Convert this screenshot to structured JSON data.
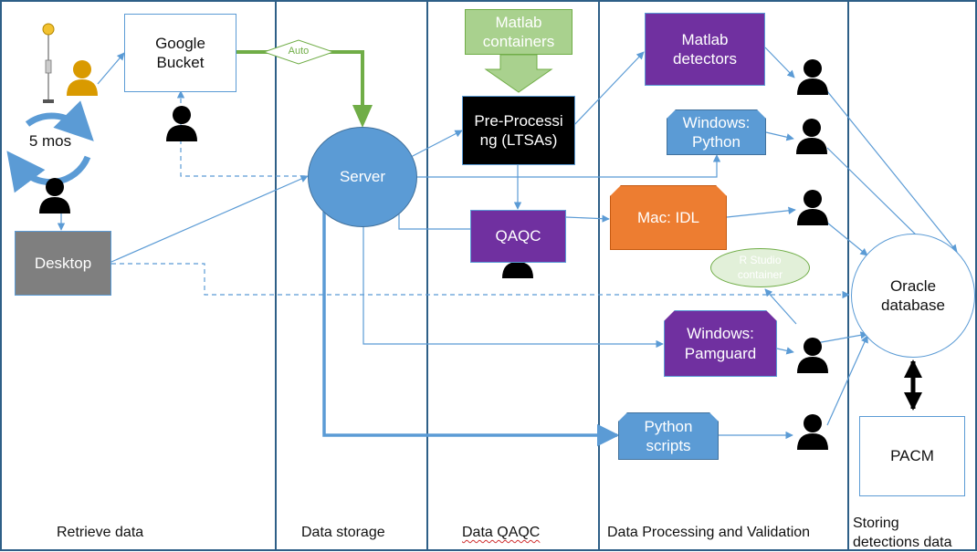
{
  "lanes": [
    {
      "label": "Retrieve data"
    },
    {
      "label": "Data storage"
    },
    {
      "label": "Data QAQC"
    },
    {
      "label": "Data Processing and Validation"
    },
    {
      "label_line1": "Storing",
      "label_line2": "detections data"
    }
  ],
  "nodes": {
    "google_bucket": {
      "line1": "Google",
      "line2": "Bucket"
    },
    "cycle": {
      "label": "5 mos"
    },
    "desktop": {
      "label": "Desktop"
    },
    "server": {
      "label": "Server"
    },
    "matlab_containers": {
      "line1": "Matlab",
      "line2": "containers"
    },
    "preprocessing": {
      "line1": "Pre-Processi",
      "line2": "ng (LTSAs)"
    },
    "qaqc": {
      "label": "QAQC"
    },
    "matlab_detectors": {
      "line1": "Matlab",
      "line2": "detectors"
    },
    "windows_python": {
      "line1": "Windows:",
      "line2": "Python"
    },
    "mac_idl": {
      "label": "Mac: IDL"
    },
    "rstudio": {
      "line1": "R Studio",
      "line2": "container"
    },
    "windows_pamguard": {
      "line1": "Windows:",
      "line2": "Pamguard"
    },
    "python_scripts": {
      "line1": "Python",
      "line2": "scripts"
    },
    "oracle": {
      "line1": "Oracle",
      "line2": "database"
    },
    "pacm": {
      "label": "PACM"
    }
  },
  "edge_labels": {
    "auto": "Auto"
  },
  "colors": {
    "lane_border": "#2e5f87",
    "flow_blue": "#5b9bd5",
    "green_arrow": "#70ad47",
    "green_fill": "#a9d18e",
    "purple": "#7030a0",
    "orange": "#ed7d31",
    "grey": "#7f7f7f",
    "light_blue_box": "#5b9bd5",
    "rstudio_fill": "#e2f0d9",
    "person_gold": "#d99a00"
  }
}
